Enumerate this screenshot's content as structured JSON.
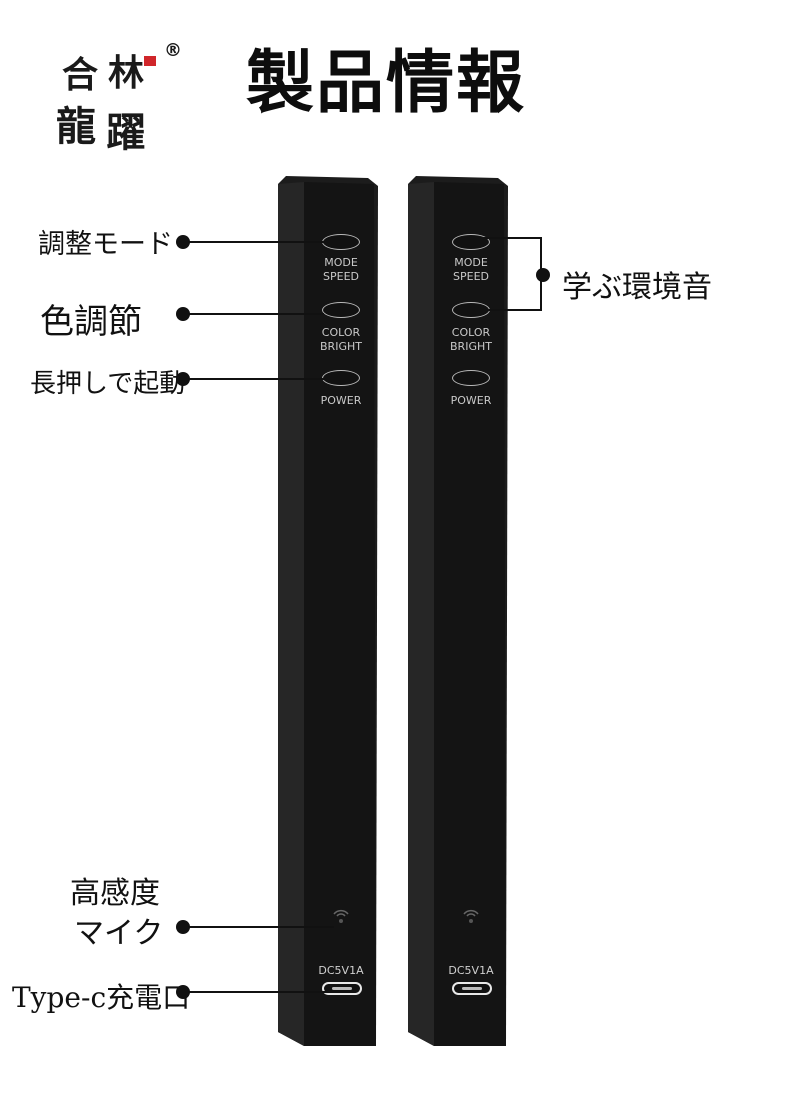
{
  "title": "製品情報",
  "logo": {
    "chars": [
      "合",
      "林",
      "龍",
      "躍"
    ],
    "registered": "®"
  },
  "device_left": {
    "buttons": [
      {
        "label_lines": [
          "MODE",
          "SPEED"
        ]
      },
      {
        "label_lines": [
          "COLOR",
          "BRIGHT"
        ]
      },
      {
        "label_lines": [
          "POWER"
        ]
      }
    ],
    "port_label": "DC5V1A"
  },
  "device_right": {
    "buttons": [
      {
        "label_lines": [
          "MODE",
          "SPEED"
        ]
      },
      {
        "label_lines": [
          "COLOR",
          "BRIGHT"
        ]
      },
      {
        "label_lines": [
          "POWER"
        ]
      }
    ],
    "port_label": "DC5V1A"
  },
  "callouts": {
    "mode": "調整モード",
    "color": "色調節",
    "power": "長押しで起動",
    "mic_line1": "高感度",
    "mic_line2": "マイク",
    "charge": "Type-c充電口",
    "learn": "学ぶ環境音"
  },
  "colors": {
    "device": "#141414",
    "device_edge": "#262626",
    "background": "#ffffff",
    "seal": "#d0262a"
  }
}
